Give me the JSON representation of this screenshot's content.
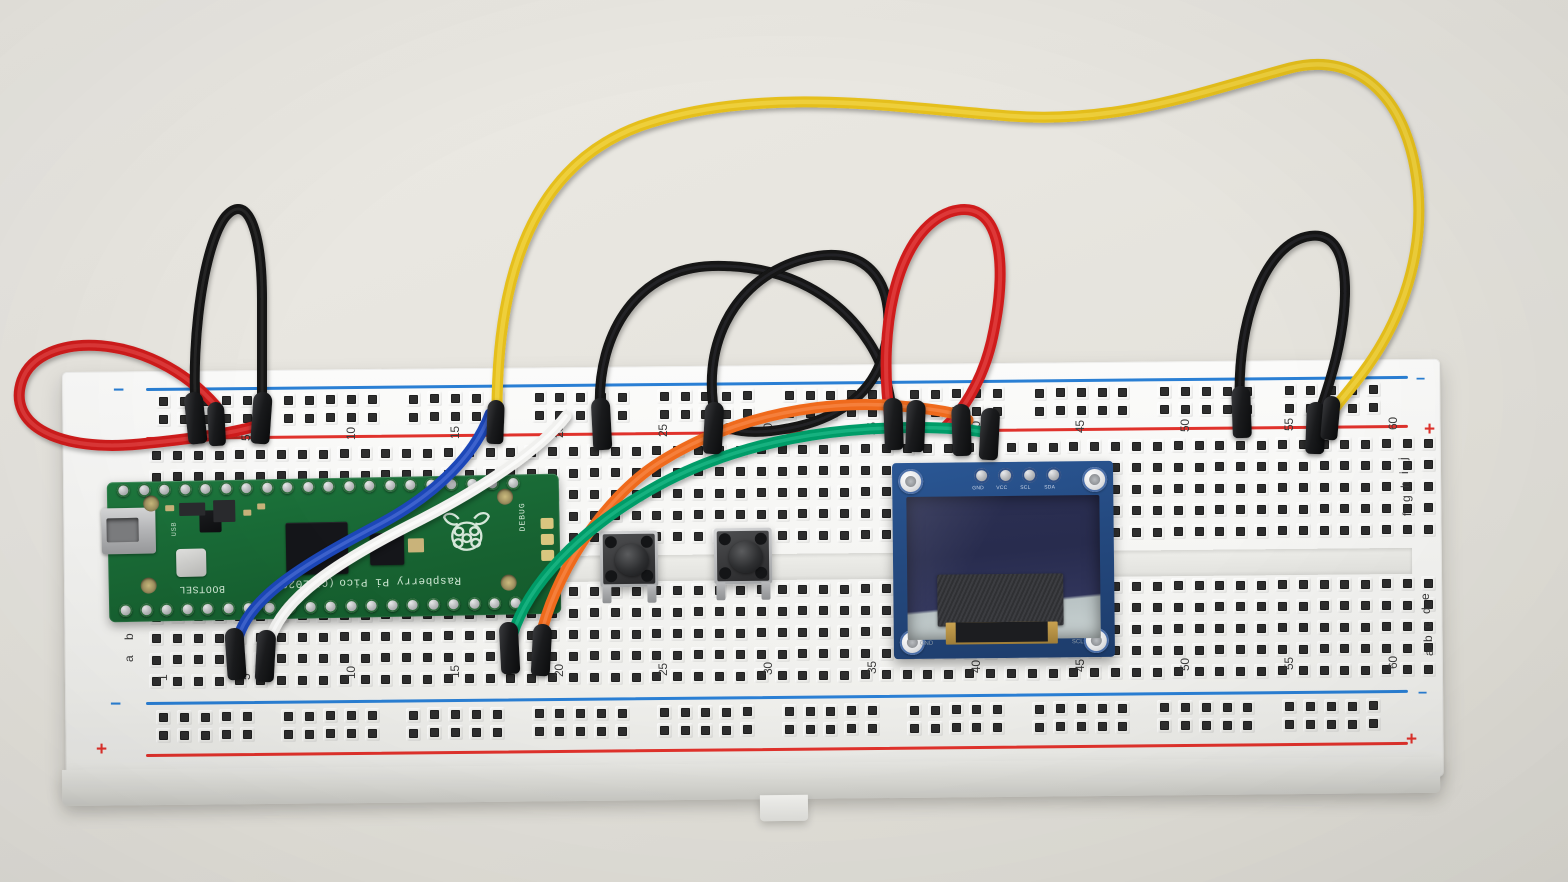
{
  "scene": {
    "title": "Raspberry Pi Pico breadboard wiring photo",
    "background_color": "#e9e7e1",
    "surface": "light beige desk"
  },
  "breadboard": {
    "name": "solderless breadboard",
    "color": "#f7f7f5",
    "column_numbers": [
      "1",
      "5",
      "10",
      "15",
      "20",
      "25",
      "30",
      "35",
      "40",
      "45",
      "50",
      "55",
      "60"
    ],
    "row_labels_top": [
      "j",
      "i",
      "h",
      "g",
      "f"
    ],
    "row_labels_bottom": [
      "e",
      "d",
      "c",
      "b",
      "a"
    ],
    "rail_markers": {
      "negative": "−",
      "positive": "+",
      "negative_color": "#2a7fd4",
      "positive_color": "#e0322c"
    },
    "rails": [
      {
        "name": "top-negative-rail",
        "color": "#2a7fd4"
      },
      {
        "name": "top-positive-rail",
        "color": "#e0322c"
      },
      {
        "name": "bottom-negative-rail",
        "color": "#2a7fd4"
      },
      {
        "name": "bottom-positive-rail",
        "color": "#e0322c"
      }
    ]
  },
  "pico": {
    "name": "Raspberry Pi Pico",
    "silkscreen_main": "Raspberry Pi Pico",
    "silkscreen_year": "2020",
    "silkscreen_copyright": "(C)",
    "silkscreen_bootsel": "BOOTSEL",
    "silkscreen_debug": "DEBUG",
    "silkscreen_usb": "USB",
    "pcb_color": "#1a6d38",
    "connector": "micro-usb",
    "pin_count_per_side": 20
  },
  "oled": {
    "name": "SSD1306 OLED display module",
    "pcb_color": "#24497f",
    "screen_color": "#2b2f52",
    "pin_labels": [
      "GND",
      "VCC",
      "SCL",
      "SDA"
    ],
    "silk_left": "GND",
    "silk_left2": "VCC",
    "silk_right": "SCL",
    "silk_right2": "SDA",
    "mount_holes": 4
  },
  "buttons": [
    {
      "name": "tactile-button-1",
      "label": "",
      "column": "26"
    },
    {
      "name": "tactile-button-2",
      "label": "",
      "column": "31"
    }
  ],
  "wires": [
    {
      "name": "red-power-jumper-left",
      "color": "#d81f1f",
      "from": "top-positive-rail",
      "to": "top-positive-rail"
    },
    {
      "name": "black-ground-jumper-left",
      "color": "#151515",
      "from": "top-negative-rail",
      "to": "row-j-col-4"
    },
    {
      "name": "black-ground-jumper-left-2",
      "color": "#151515",
      "from": "top-negative-rail",
      "to": "row-j-col-6"
    },
    {
      "name": "yellow-long-jumper",
      "color": "#e8c51e",
      "from": "top-rail-col-14",
      "to": "right-positive-rail"
    },
    {
      "name": "blue-jumper",
      "color": "#2450c8",
      "from": "pico-gp-pin",
      "to": "row-f-col-14"
    },
    {
      "name": "white-jumper",
      "color": "#f2f2f0",
      "from": "pico-gp-pin",
      "to": "row-f-col-17"
    },
    {
      "name": "orange-jumper",
      "color": "#f26a21",
      "from": "pico-gp-pin-20",
      "to": "oled-col-42"
    },
    {
      "name": "green-jumper",
      "color": "#00a06a",
      "from": "pico-gp-pin-19",
      "to": "oled-col-43"
    },
    {
      "name": "black-jumper-mid",
      "color": "#151515",
      "from": "top-negative-rail-col-23",
      "to": "top-negative-rail-col-33"
    },
    {
      "name": "black-jumper-mid-2",
      "color": "#151515",
      "from": "top-negative-rail-col-27",
      "to": "oled-gnd-col-40"
    },
    {
      "name": "red-jumper-mid",
      "color": "#d81f1f",
      "from": "top-positive-rail-col-41",
      "to": "oled-vcc-col-41"
    },
    {
      "name": "black-jumper-right",
      "color": "#151515",
      "from": "right-negative-rail",
      "to": "right-positive-rail"
    }
  ],
  "legend": {
    "component_count": "4",
    "note": ""
  }
}
